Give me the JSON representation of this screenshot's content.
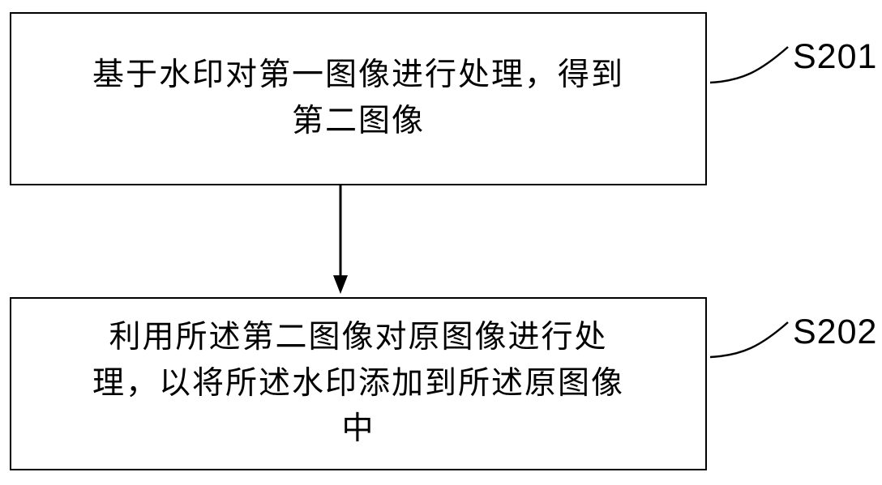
{
  "diagram": {
    "boxes": [
      {
        "name": "step-1",
        "lines": [
          "基于水印对第一图像进行处理，得到",
          "第二图像"
        ],
        "label": "S201"
      },
      {
        "name": "step-2",
        "lines": [
          "利用所述第二图像对原图像进行处",
          "理，以将所述水印添加到所述原图像",
          "中"
        ],
        "label": "S202"
      }
    ]
  }
}
